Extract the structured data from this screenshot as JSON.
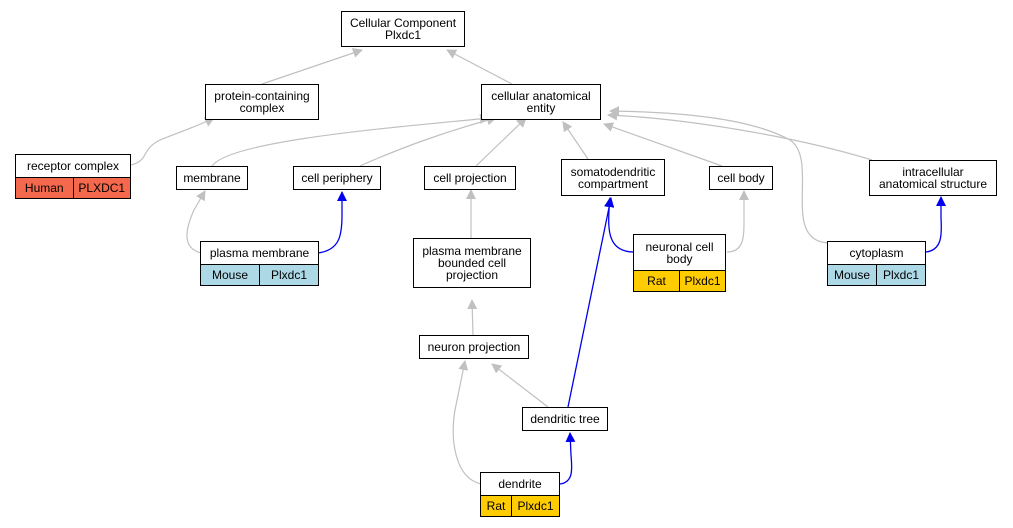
{
  "colors": {
    "human": "#f4694d",
    "mouse": "#add8e6",
    "rat": "#ffcc00",
    "edge_gray": "#c0c0c0",
    "edge_blue": "#0000ee"
  },
  "nodes": {
    "root": "Cellular Component\nPlxdc1",
    "protein_complex": "protein-containing\ncomplex",
    "cellular_entity": "cellular anatomical\nentity",
    "membrane": "membrane",
    "cell_periphery": "cell periphery",
    "cell_projection": "cell projection",
    "somatodendritic": "somatodendritic\ncompartment",
    "cell_body": "cell body",
    "intracellular": "intracellular\nanatomical structure",
    "pm_bounded": "plasma membrane\nbounded cell\nprojection",
    "neuron_projection": "neuron projection",
    "dendritic_tree": "dendritic tree"
  },
  "gene_nodes": {
    "receptor_complex": {
      "title": "receptor complex",
      "species": "Human",
      "gene": "PLXDC1"
    },
    "plasma_membrane": {
      "title": "plasma membrane",
      "species": "Mouse",
      "gene": "Plxdc1"
    },
    "neuronal_cell_body": {
      "title": "neuronal cell\nbody",
      "species": "Rat",
      "gene": "Plxdc1"
    },
    "cytoplasm": {
      "title": "cytoplasm",
      "species": "Mouse",
      "gene": "Plxdc1"
    },
    "dendrite": {
      "title": "dendrite",
      "species": "Rat",
      "gene": "Plxdc1"
    }
  }
}
